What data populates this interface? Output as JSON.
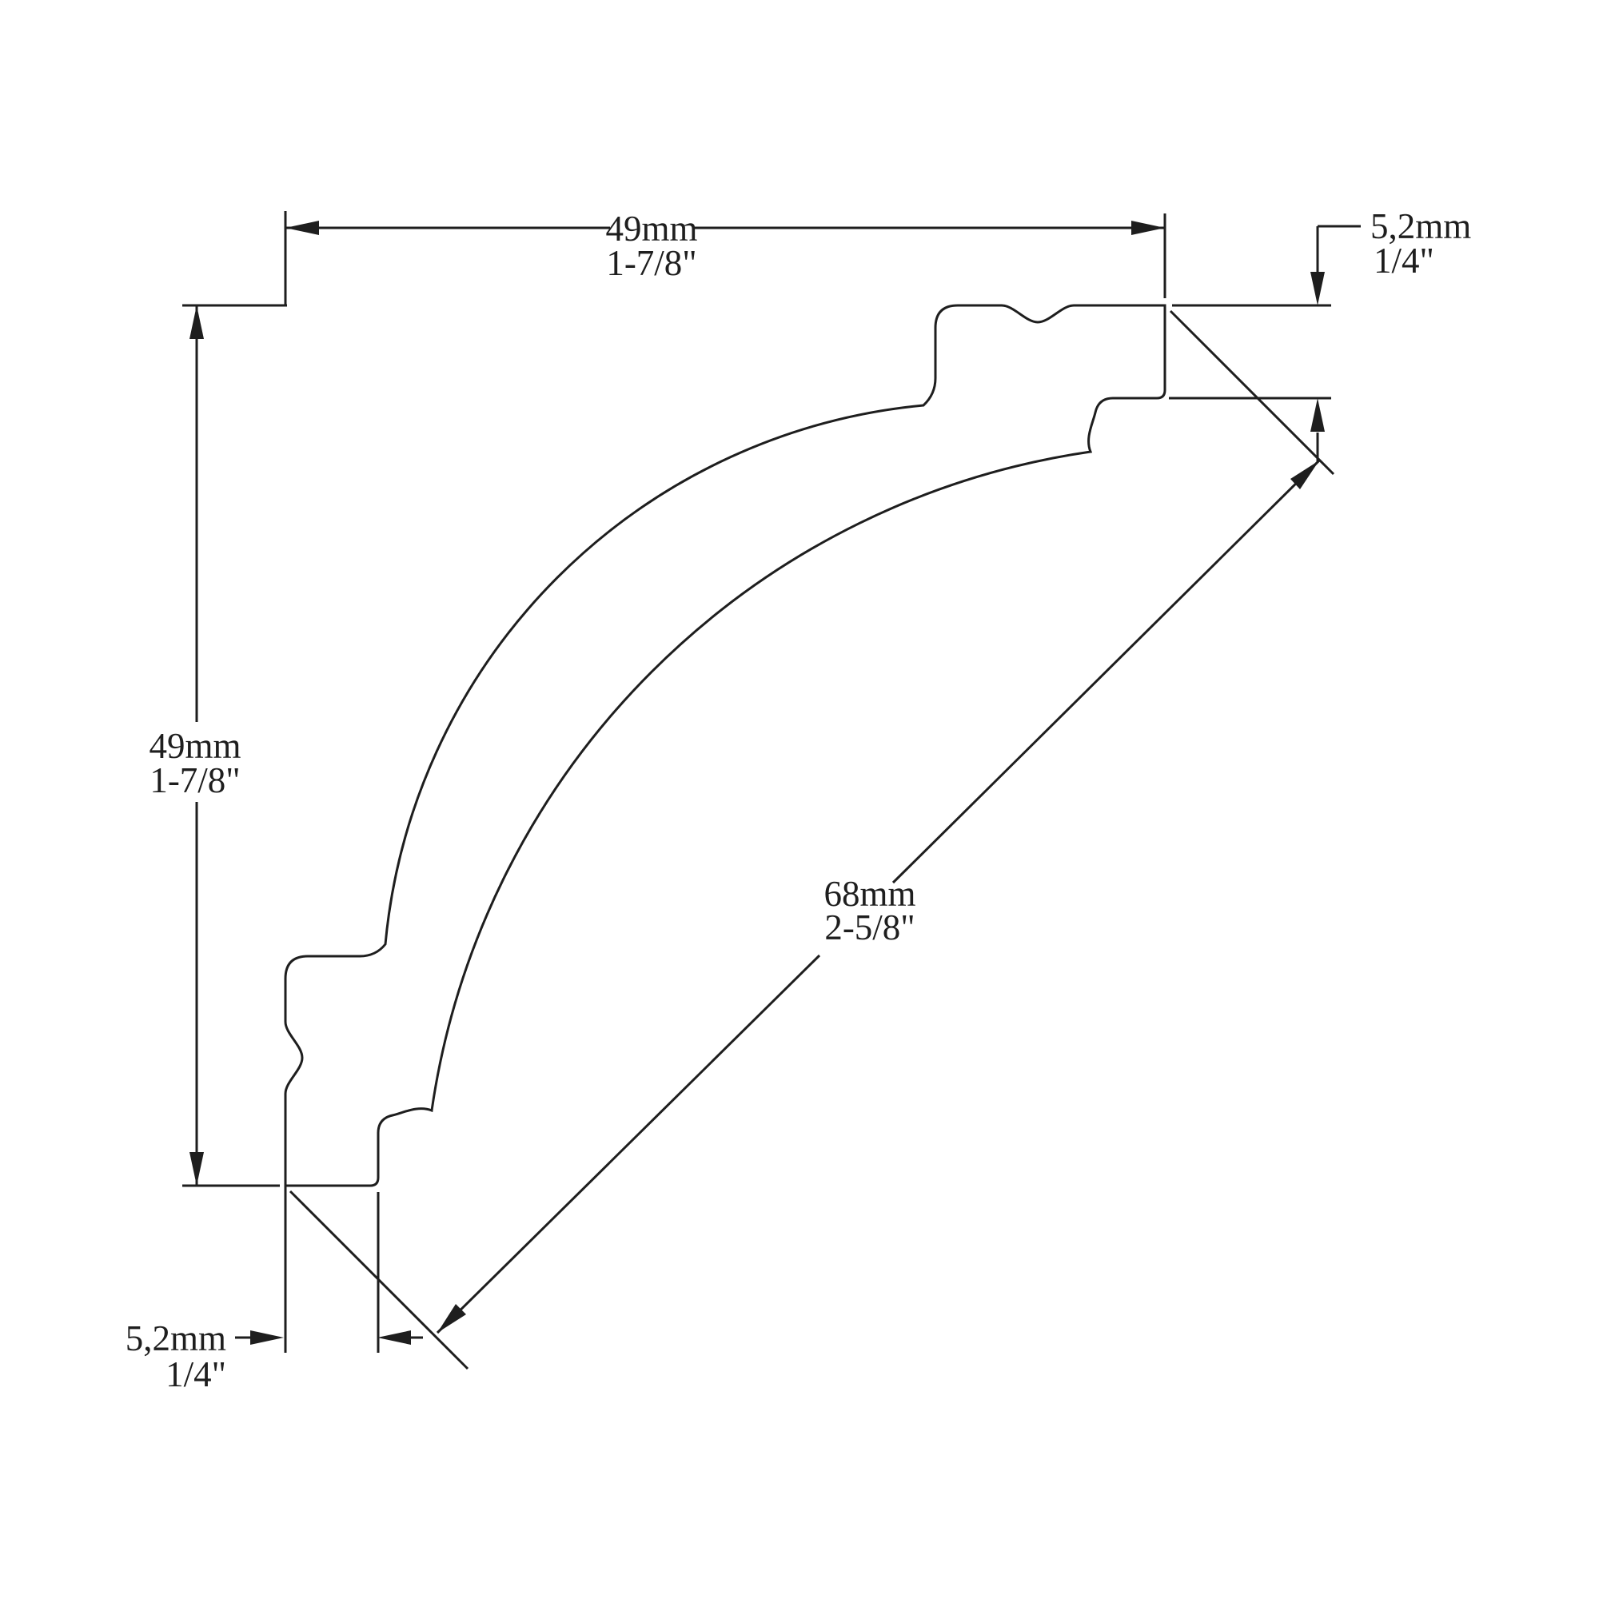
{
  "page": {
    "background_color": "#ffffff",
    "line_color": "#1e1e1e"
  },
  "drawing": {
    "dimensions": {
      "top_width": {
        "mm": "49mm",
        "inch": "1-7/8\""
      },
      "left_height": {
        "mm": "49mm",
        "inch": "1-7/8\""
      },
      "face_diagonal": {
        "mm": "68mm",
        "inch": "2-5/8\""
      },
      "top_right_step": {
        "mm": "5,2mm",
        "inch": "1/4\""
      },
      "bottom_left_step": {
        "mm": "5,2mm",
        "inch": "1/4\""
      }
    }
  }
}
